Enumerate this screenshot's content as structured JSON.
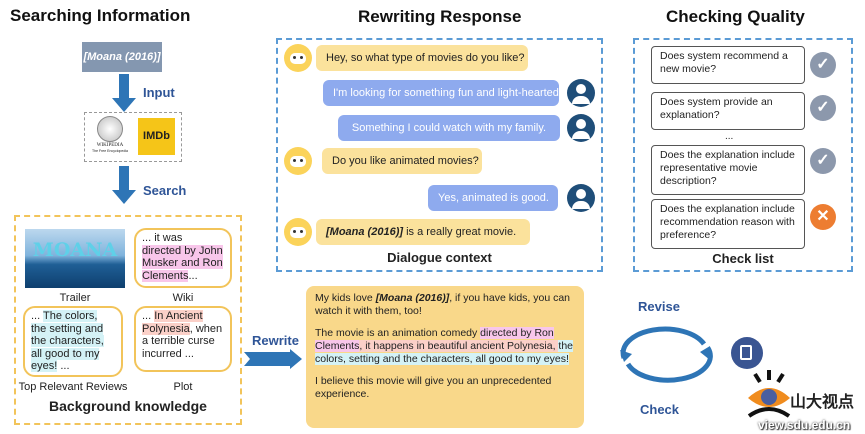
{
  "titles": {
    "search": "Searching Information",
    "rewrite": "Rewriting Response",
    "check": "Checking Quality"
  },
  "search": {
    "movie": "[Moana (2016)]",
    "input_label": "Input",
    "search_label": "Search",
    "sources": {
      "wiki_logo": "WIKIPEDIA",
      "wiki_sub": "The Free Encyclopedia",
      "imdb_logo": "IMDb"
    },
    "trailer_logo": "MOANA",
    "trailer_label": "Trailer",
    "wiki_label": "Wiki",
    "reviews_label": "Top Relevant Reviews",
    "plot_label": "Plot",
    "wiki_text": {
      "pre": "... it was ",
      "hl": "directed by John Musker and Ron Clements",
      "post": "..."
    },
    "review_text": {
      "pre": "... ",
      "hl": "The colors, the setting and the characters, all good to my eyes!",
      "post": " ..."
    },
    "plot_text": {
      "pre": "... ",
      "hl": "In Ancient Polynesia",
      "post": ", when a terrible curse incurred ..."
    },
    "box_title": "Background knowledge"
  },
  "rewrite_label": "Rewrite",
  "dialogue": {
    "title": "Dialogue context",
    "messages": [
      {
        "role": "bot",
        "text": "Hey, so what type of movies do you like?"
      },
      {
        "role": "user",
        "text": "I'm looking for something fun and light-hearted."
      },
      {
        "role": "user",
        "text": "Something I could watch with my family."
      },
      {
        "role": "bot",
        "text": "Do you like animated movies?"
      },
      {
        "role": "user",
        "text": "Yes, animated is good."
      },
      {
        "role": "bot",
        "movie": "[Moana (2016)]",
        "text": " is a really great movie."
      }
    ]
  },
  "response": {
    "p1_pre": "My kids love ",
    "p1_movie": "[Moana (2016)]",
    "p1_post": ", if you have kids, you can watch it with them, too!",
    "p2_pre": "The movie is an animation comedy ",
    "p2_hl1": "directed by Ron Clements",
    "p2_hl2": ", it happens in beautiful ancient Polynesia, ",
    "p2_hl3": "the colors, setting and the characters, all good to my eyes!",
    "p3": "I believe this movie will give you an unprecedented experience."
  },
  "checklist": {
    "title": "Check list",
    "items": [
      {
        "text": "Does system recommend a new movie?",
        "status": "pass"
      },
      {
        "text": "Does system provide an explanation?",
        "status": "pass"
      },
      {
        "text": "Does the explanation include representative movie description?",
        "status": "pass"
      },
      {
        "text": "Does the explanation include recommendation reason with preference?",
        "status": "fail"
      }
    ],
    "ellipsis": "...",
    "colors": {
      "pass": "#8c98ac",
      "fail": "#ed7d31"
    }
  },
  "cycle": {
    "revise": "Revise",
    "check": "Check"
  },
  "watermark": {
    "name": "山大视点",
    "url": "view.sdu.edu.cn"
  }
}
